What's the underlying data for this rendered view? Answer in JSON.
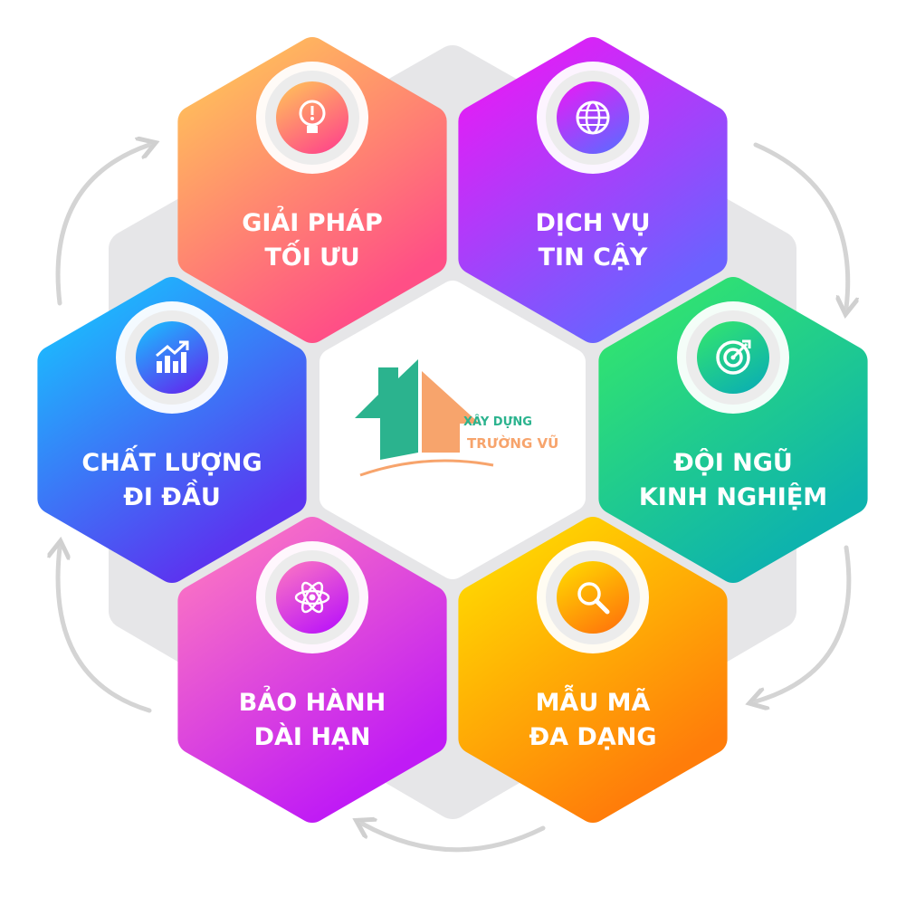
{
  "logo": {
    "line1": "XÂY DỰNG",
    "line2": "TRƯỜNG VŨ"
  },
  "items": [
    {
      "id": "giai-phap",
      "line1": "GIẢI PHÁP",
      "line2": "TỐI ƯU",
      "icon": "lightbulb-icon",
      "colors": [
        "#ffc857",
        "#ff4f86"
      ]
    },
    {
      "id": "dich-vu",
      "line1": "DỊCH VỤ",
      "line2": "TIN CẬY",
      "icon": "globe-icon",
      "colors": [
        "#ee17f5",
        "#6b62ff"
      ]
    },
    {
      "id": "doi-ngu",
      "line1": "ĐỘI NGŨ",
      "line2": "KINH NGHIỆM",
      "icon": "target-icon",
      "colors": [
        "#35e86a",
        "#0eb3ad"
      ]
    },
    {
      "id": "mau-ma",
      "line1": "MẪU MÃ",
      "line2": "ĐA DẠNG",
      "icon": "search-icon",
      "colors": [
        "#ffdf00",
        "#ff7d0a"
      ]
    },
    {
      "id": "bao-hanh",
      "line1": "BẢO HÀNH",
      "line2": "DÀI HẠN",
      "icon": "atom-icon",
      "colors": [
        "#ff7ac0",
        "#c01bf5"
      ]
    },
    {
      "id": "chat-luong",
      "line1": "CHẤT LƯỢNG",
      "line2": "ĐI ĐẦU",
      "icon": "growth-chart-icon",
      "colors": [
        "#16c6ff",
        "#5b35f0"
      ]
    }
  ]
}
